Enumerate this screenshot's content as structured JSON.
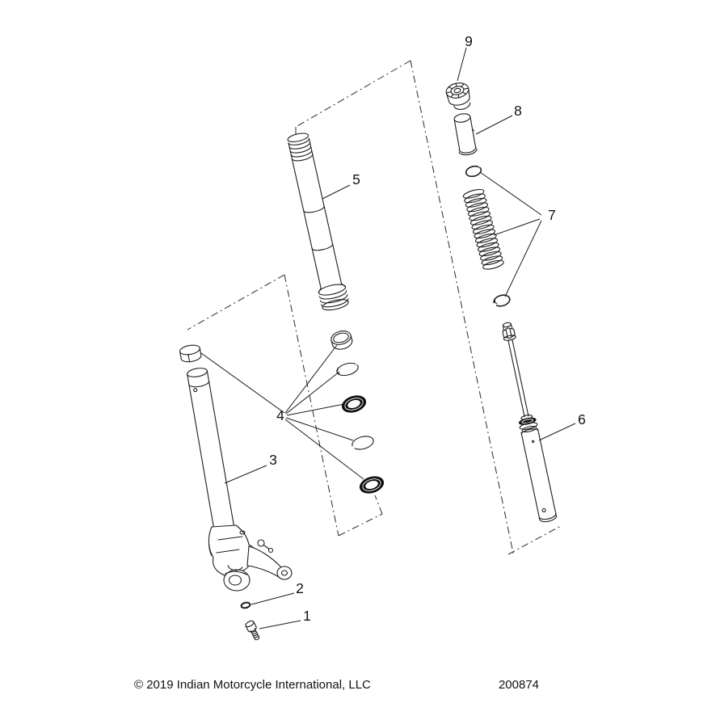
{
  "diagram": {
    "callouts": [
      {
        "label": "1"
      },
      {
        "label": "2"
      },
      {
        "label": "3"
      },
      {
        "label": "4"
      },
      {
        "label": "5"
      },
      {
        "label": "6"
      },
      {
        "label": "7"
      },
      {
        "label": "8"
      },
      {
        "label": "9"
      }
    ],
    "footer": {
      "copyright": "© 2019 Indian Motorcycle International, LLC",
      "document_number": "200874"
    },
    "colors": {
      "background": "#ffffff",
      "line": "#1d1d1d",
      "seal_fill": "#101010"
    }
  }
}
